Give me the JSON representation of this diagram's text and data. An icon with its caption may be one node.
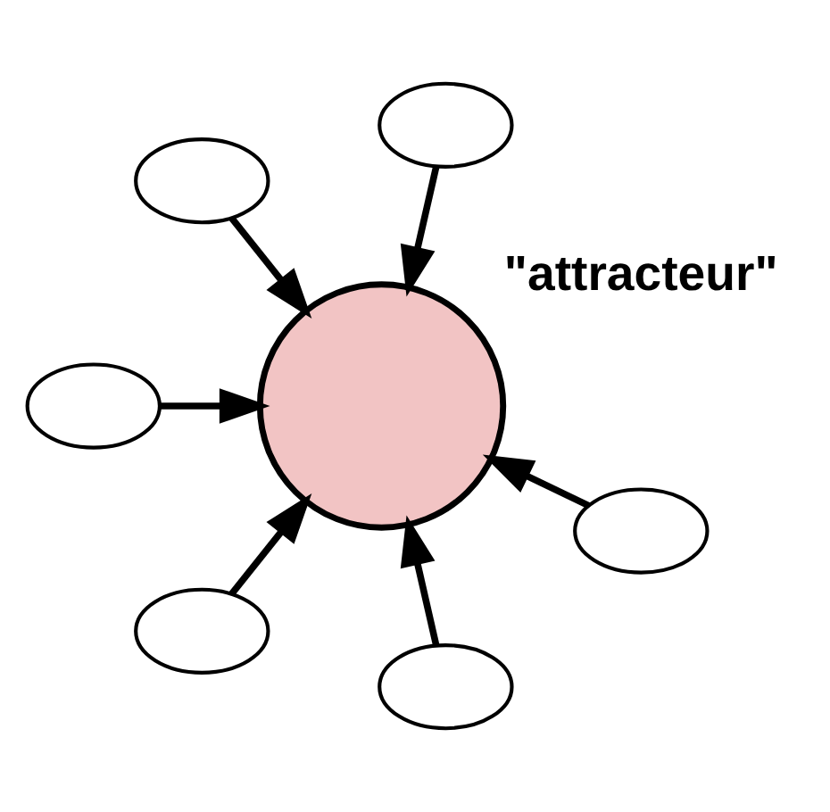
{
  "diagram": {
    "nodes": [
      {
        "text": [],
        "shape": "ellipse"
      },
      {
        "text": [],
        "shape": "ellipse"
      },
      {
        "text": [],
        "shape": "ellipse"
      },
      {
        "text": [],
        "shape": "circle",
        "beside": [
          "\"attracteur\""
        ]
      },
      {
        "text": [],
        "shape": "ellipse"
      },
      {
        "text": [],
        "shape": "ellipse"
      },
      {
        "text": [],
        "shape": "ellipse"
      }
    ],
    "edges": [
      {
        "from": 0,
        "to": 3,
        "arrow": "to"
      },
      {
        "from": 1,
        "to": 3,
        "arrow": "to"
      },
      {
        "from": 2,
        "to": 3,
        "arrow": "to"
      },
      {
        "from": 4,
        "to": 3,
        "arrow": "to"
      },
      {
        "from": 5,
        "to": 3,
        "arrow": "to"
      },
      {
        "from": 6,
        "to": 3,
        "arrow": "to"
      }
    ]
  }
}
